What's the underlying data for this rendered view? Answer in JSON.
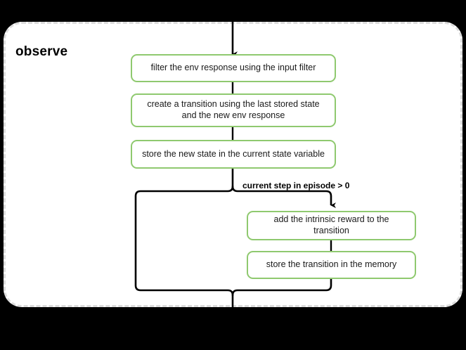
{
  "diagram": {
    "title": "observe",
    "container_label": "observe",
    "accent_color": "#8fc96f",
    "line_color": "#000000",
    "border_color": "#dcdcdc",
    "canvas_background": "#000000",
    "panel_background": "#ffffff",
    "nodes": [
      {
        "id": "filter-env-response",
        "label": "filter the env response using the input filter"
      },
      {
        "id": "create-transition",
        "label": "create a transition using the last stored state and the new env response"
      },
      {
        "id": "store-new-state",
        "label": "store the new state in the current state variable"
      },
      {
        "id": "add-intrinsic-reward",
        "label": "add the intrinsic reward to the transition"
      },
      {
        "id": "store-transition-memory",
        "label": "store the transition in the memory"
      }
    ],
    "branch": {
      "condition_label": "current step in episode > 0"
    },
    "arrows": [
      {
        "id": "entry-arrow",
        "name": "entry-arrow"
      },
      {
        "id": "branch-arrow",
        "name": "branch-true-arrow"
      },
      {
        "id": "exit-line",
        "name": "exit-line"
      }
    ]
  }
}
